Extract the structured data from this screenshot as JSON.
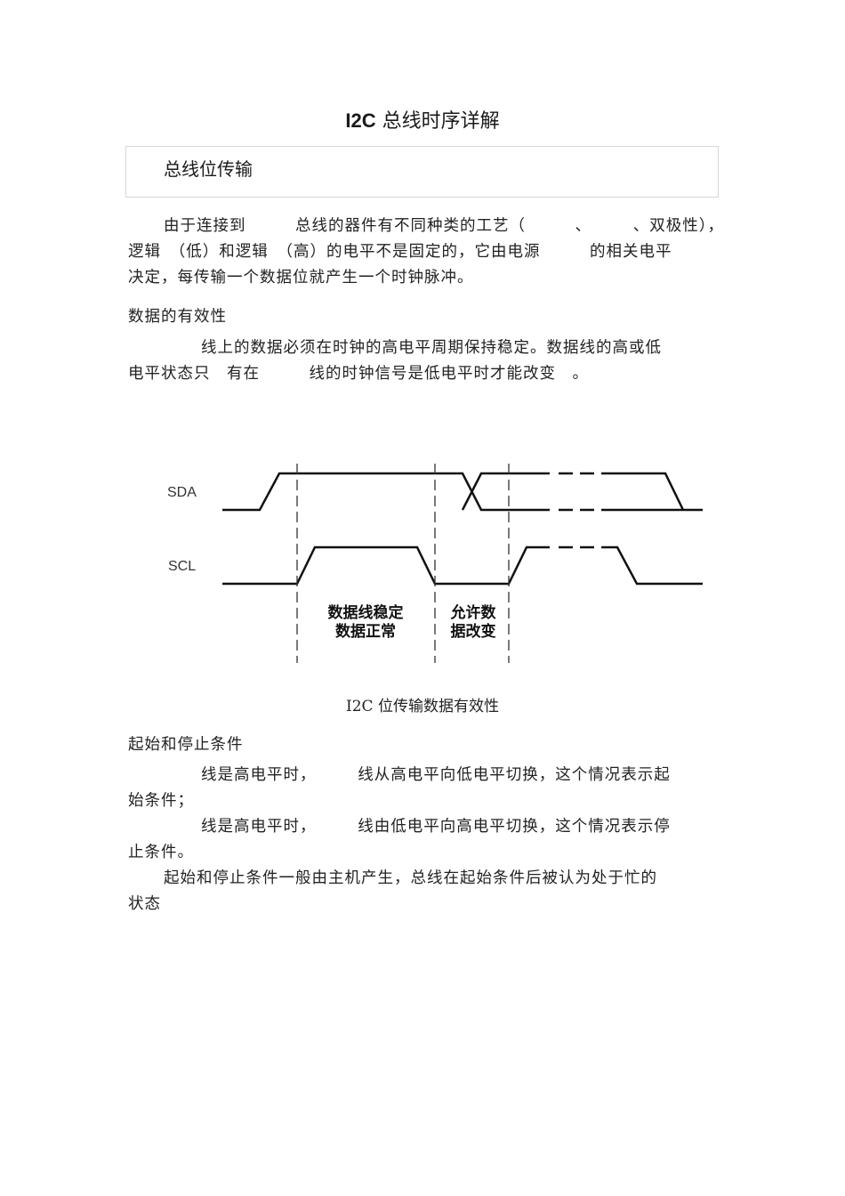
{
  "document": {
    "title_prefix": "I2C",
    "title_rest": "总线时序详解",
    "section1_heading": "总线位传输",
    "para1": {
      "line1": "由于连接到　　　总线的器件有不同种类的工艺（　　　、　　　、双极性），",
      "line2": "逻辑　（低）和逻辑　（高）的电平不是固定的，它由电源　　　的相关电平",
      "line3": "决定，每传输一个数据位就产生一个时钟脉冲。"
    },
    "section2_heading": "数据的有效性",
    "para2": {
      "line1": "线上的数据必须在时钟的高电平周期保持稳定。数据线的高或低",
      "line2": "电平状态只　有在　　　线的时钟信号是低电平时才能改变　。"
    },
    "figure": {
      "sda_label": "SDA",
      "scl_label": "SCL",
      "stable_line1": "数据线稳定",
      "stable_line2": "数据正常",
      "change_line1": "允许数",
      "change_line2": "据改变",
      "caption": "I2C 位传输数据有效性"
    },
    "section3_heading": "起始和停止条件",
    "para3": {
      "line1": "线是高电平时，　　　线从高电平向低电平切换，这个情况表示起",
      "line2": "始条件；",
      "line3": "线是高电平时，　　　线由低电平向高电平切换，这个情况表示停",
      "line4": "止条件。",
      "line5": "起始和停止条件一般由主机产生，总线在起始条件后被认为处于忙的",
      "line6": "状态"
    }
  }
}
